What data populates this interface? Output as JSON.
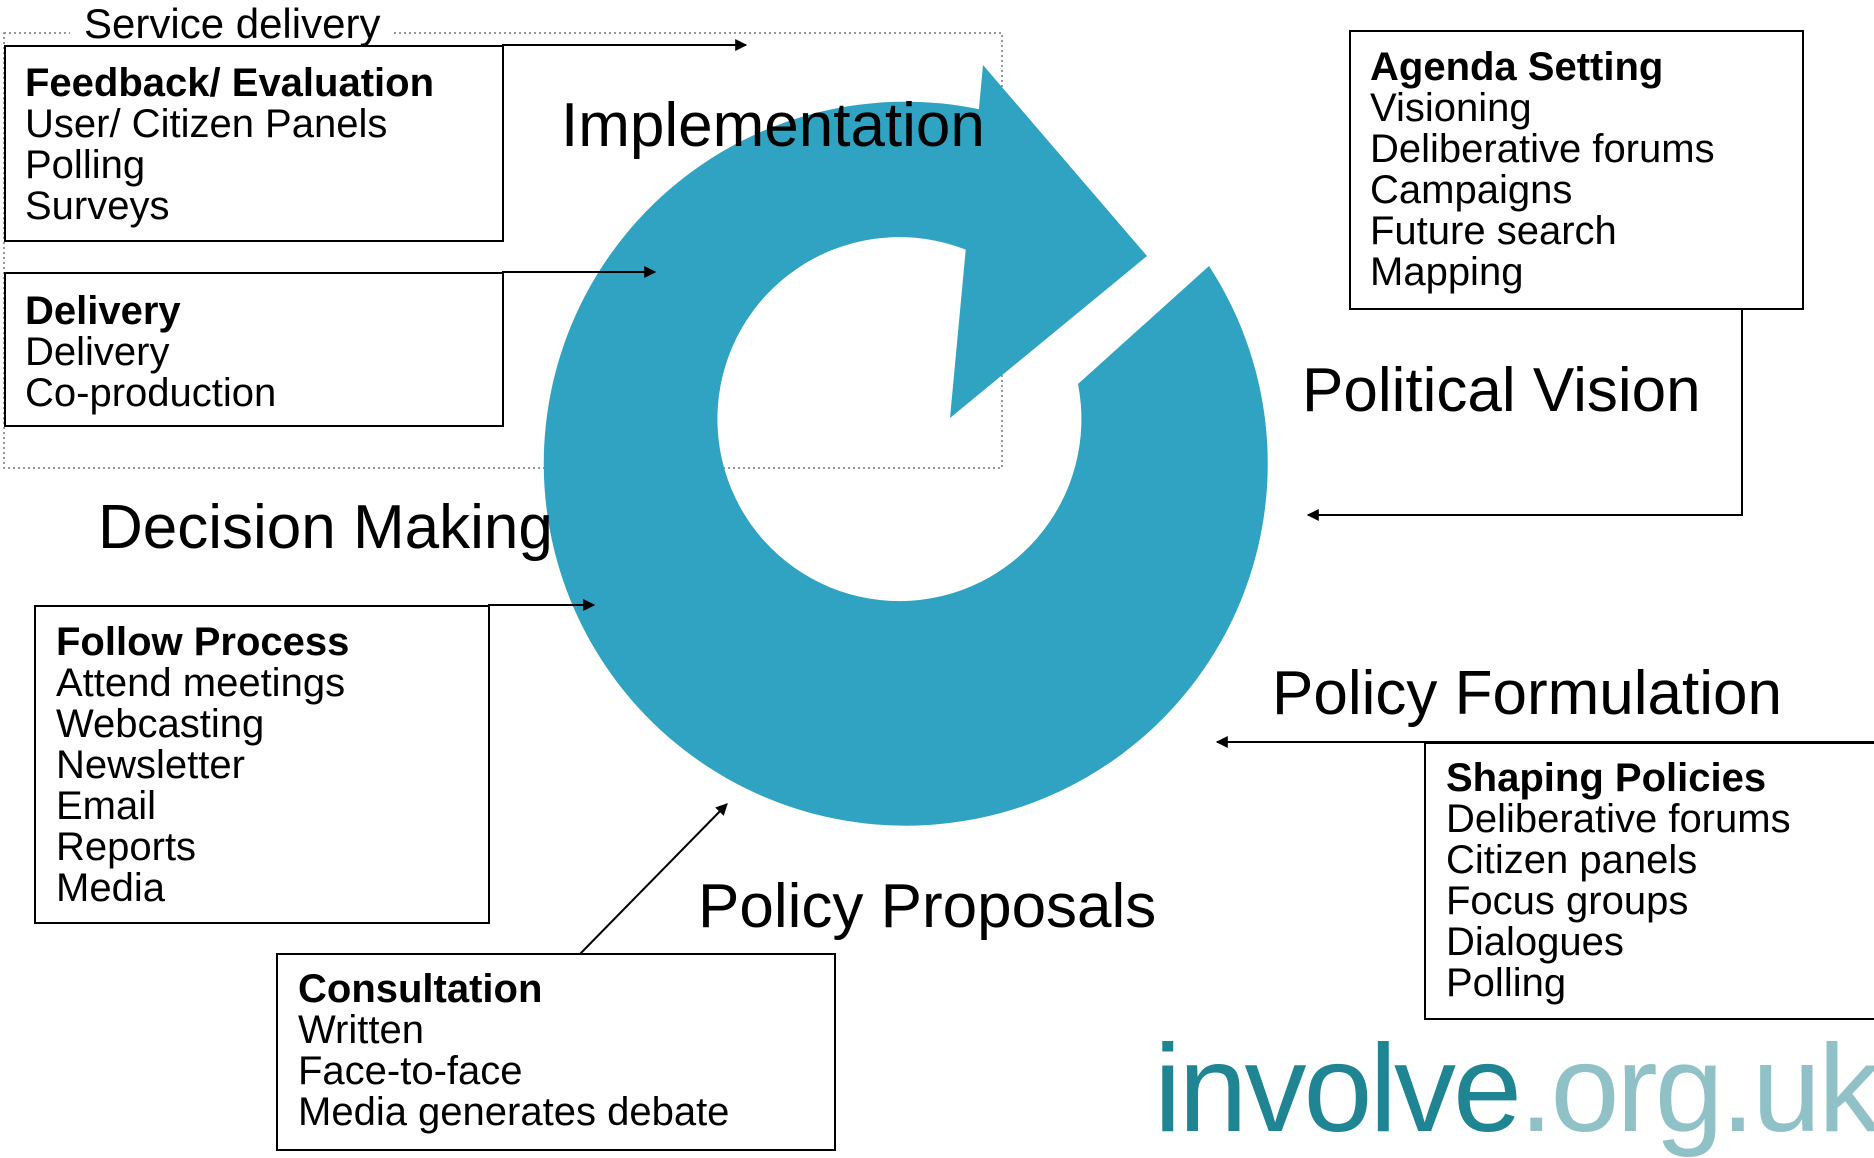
{
  "colors": {
    "cycle": "#2fa3c1",
    "logo_primary": "#1f8592",
    "logo_secondary": "#8fc1c7",
    "lines": "#000000"
  },
  "group": {
    "label": "Service delivery"
  },
  "stages": {
    "implementation": "Implementation",
    "political_vision": "Political Vision",
    "decision_making": "Decision Making",
    "policy_formulation": "Policy Formulation",
    "policy_proposals": "Policy Proposals"
  },
  "boxes": {
    "feedback": {
      "title": "Feedback/ Evaluation",
      "items": [
        "User/ Citizen Panels",
        "Polling",
        "Surveys"
      ]
    },
    "delivery": {
      "title": "Delivery",
      "items": [
        "Delivery",
        "Co-production"
      ]
    },
    "agenda": {
      "title": "Agenda Setting",
      "items": [
        "Visioning",
        "Deliberative forums",
        "Campaigns",
        "Future search",
        "Mapping"
      ]
    },
    "follow": {
      "title": "Follow Process",
      "items": [
        "Attend meetings",
        "Webcasting",
        "Newsletter",
        "Email",
        "Reports",
        "Media"
      ]
    },
    "shaping": {
      "title": "Shaping Policies",
      "items": [
        "Deliberative forums",
        "Citizen panels",
        "Focus groups",
        "Dialogues",
        "Polling"
      ]
    },
    "consultation": {
      "title": "Consultation",
      "items": [
        "Written",
        "Face-to-face",
        "Media generates debate"
      ]
    }
  },
  "logo": {
    "part1": "involve",
    "part2": ".org.uk"
  }
}
